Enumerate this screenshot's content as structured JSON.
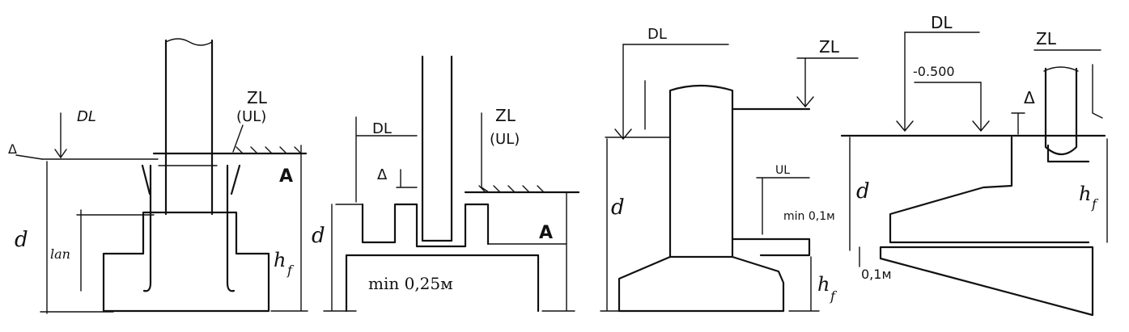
{
  "labels": {
    "f1": {
      "delta": "Δ",
      "dl": "DL",
      "zl": "ZL",
      "ul": "(UL)",
      "a": "A",
      "d": "d",
      "lan": "lan",
      "hf": "h",
      "hf_sub": "f"
    },
    "f2": {
      "dl": "DL",
      "delta": "Δ",
      "zl": "ZL",
      "ul": "(UL)",
      "a": "A",
      "d": "d",
      "min": "min 0,25м"
    },
    "f3": {
      "dl": "DL",
      "zl": "ZL",
      "d": "d",
      "ul": "UL",
      "min": "min 0,1м",
      "hf": "h",
      "hf_sub": "f"
    },
    "f4": {
      "dl": "DL",
      "zl": "ZL",
      "elev": "-0.500",
      "delta": "Δ",
      "d": "d",
      "hf": "h",
      "hf_sub": "f",
      "min": "0,1м"
    }
  }
}
